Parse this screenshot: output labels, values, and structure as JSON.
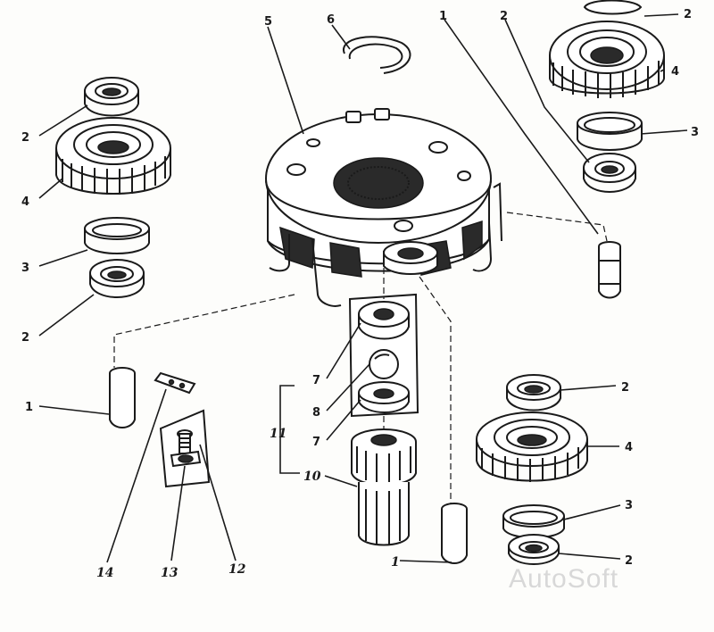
{
  "labels": {
    "pin_tr": "1",
    "washer_tr": "2",
    "ring": "6",
    "carrier": "5",
    "brg_tl": "2",
    "gear_tl": "4",
    "spacer_tl": "3",
    "brg_tl2": "2",
    "brg_r_top": "2",
    "gear_r": "4",
    "spacer_r": "3",
    "pin_l": "1",
    "s7a": "7",
    "s8": "8",
    "s7b": "7",
    "s11": "11",
    "s10": "10",
    "brg_br": "2",
    "gear_br": "4",
    "spacer_br": "3",
    "brg_br2": "2",
    "pin_b": "1",
    "n14": "14",
    "n13": "13",
    "n12": "12"
  },
  "watermark": "AutoSoft"
}
